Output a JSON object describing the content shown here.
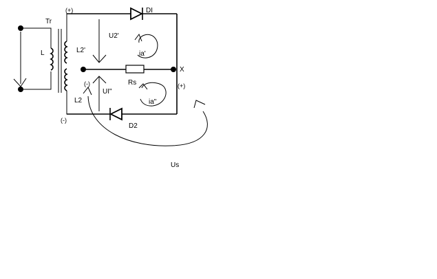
{
  "labels": {
    "tr": "Tr",
    "plus_top": "(+)",
    "d1": "DI",
    "u2_prime": "U2'",
    "l_primary": "L",
    "l2_prime": "L2'",
    "ia_prime": "ia'",
    "x": "X",
    "rs": "Rs",
    "minus_mid": "(-)",
    "plus_right": "(+)",
    "u1_dprime": "UI\"",
    "ia_dprime": "ia\"",
    "l2": "L2",
    "d2": "D2",
    "minus_bottom": "(-)",
    "us": "Us"
  }
}
